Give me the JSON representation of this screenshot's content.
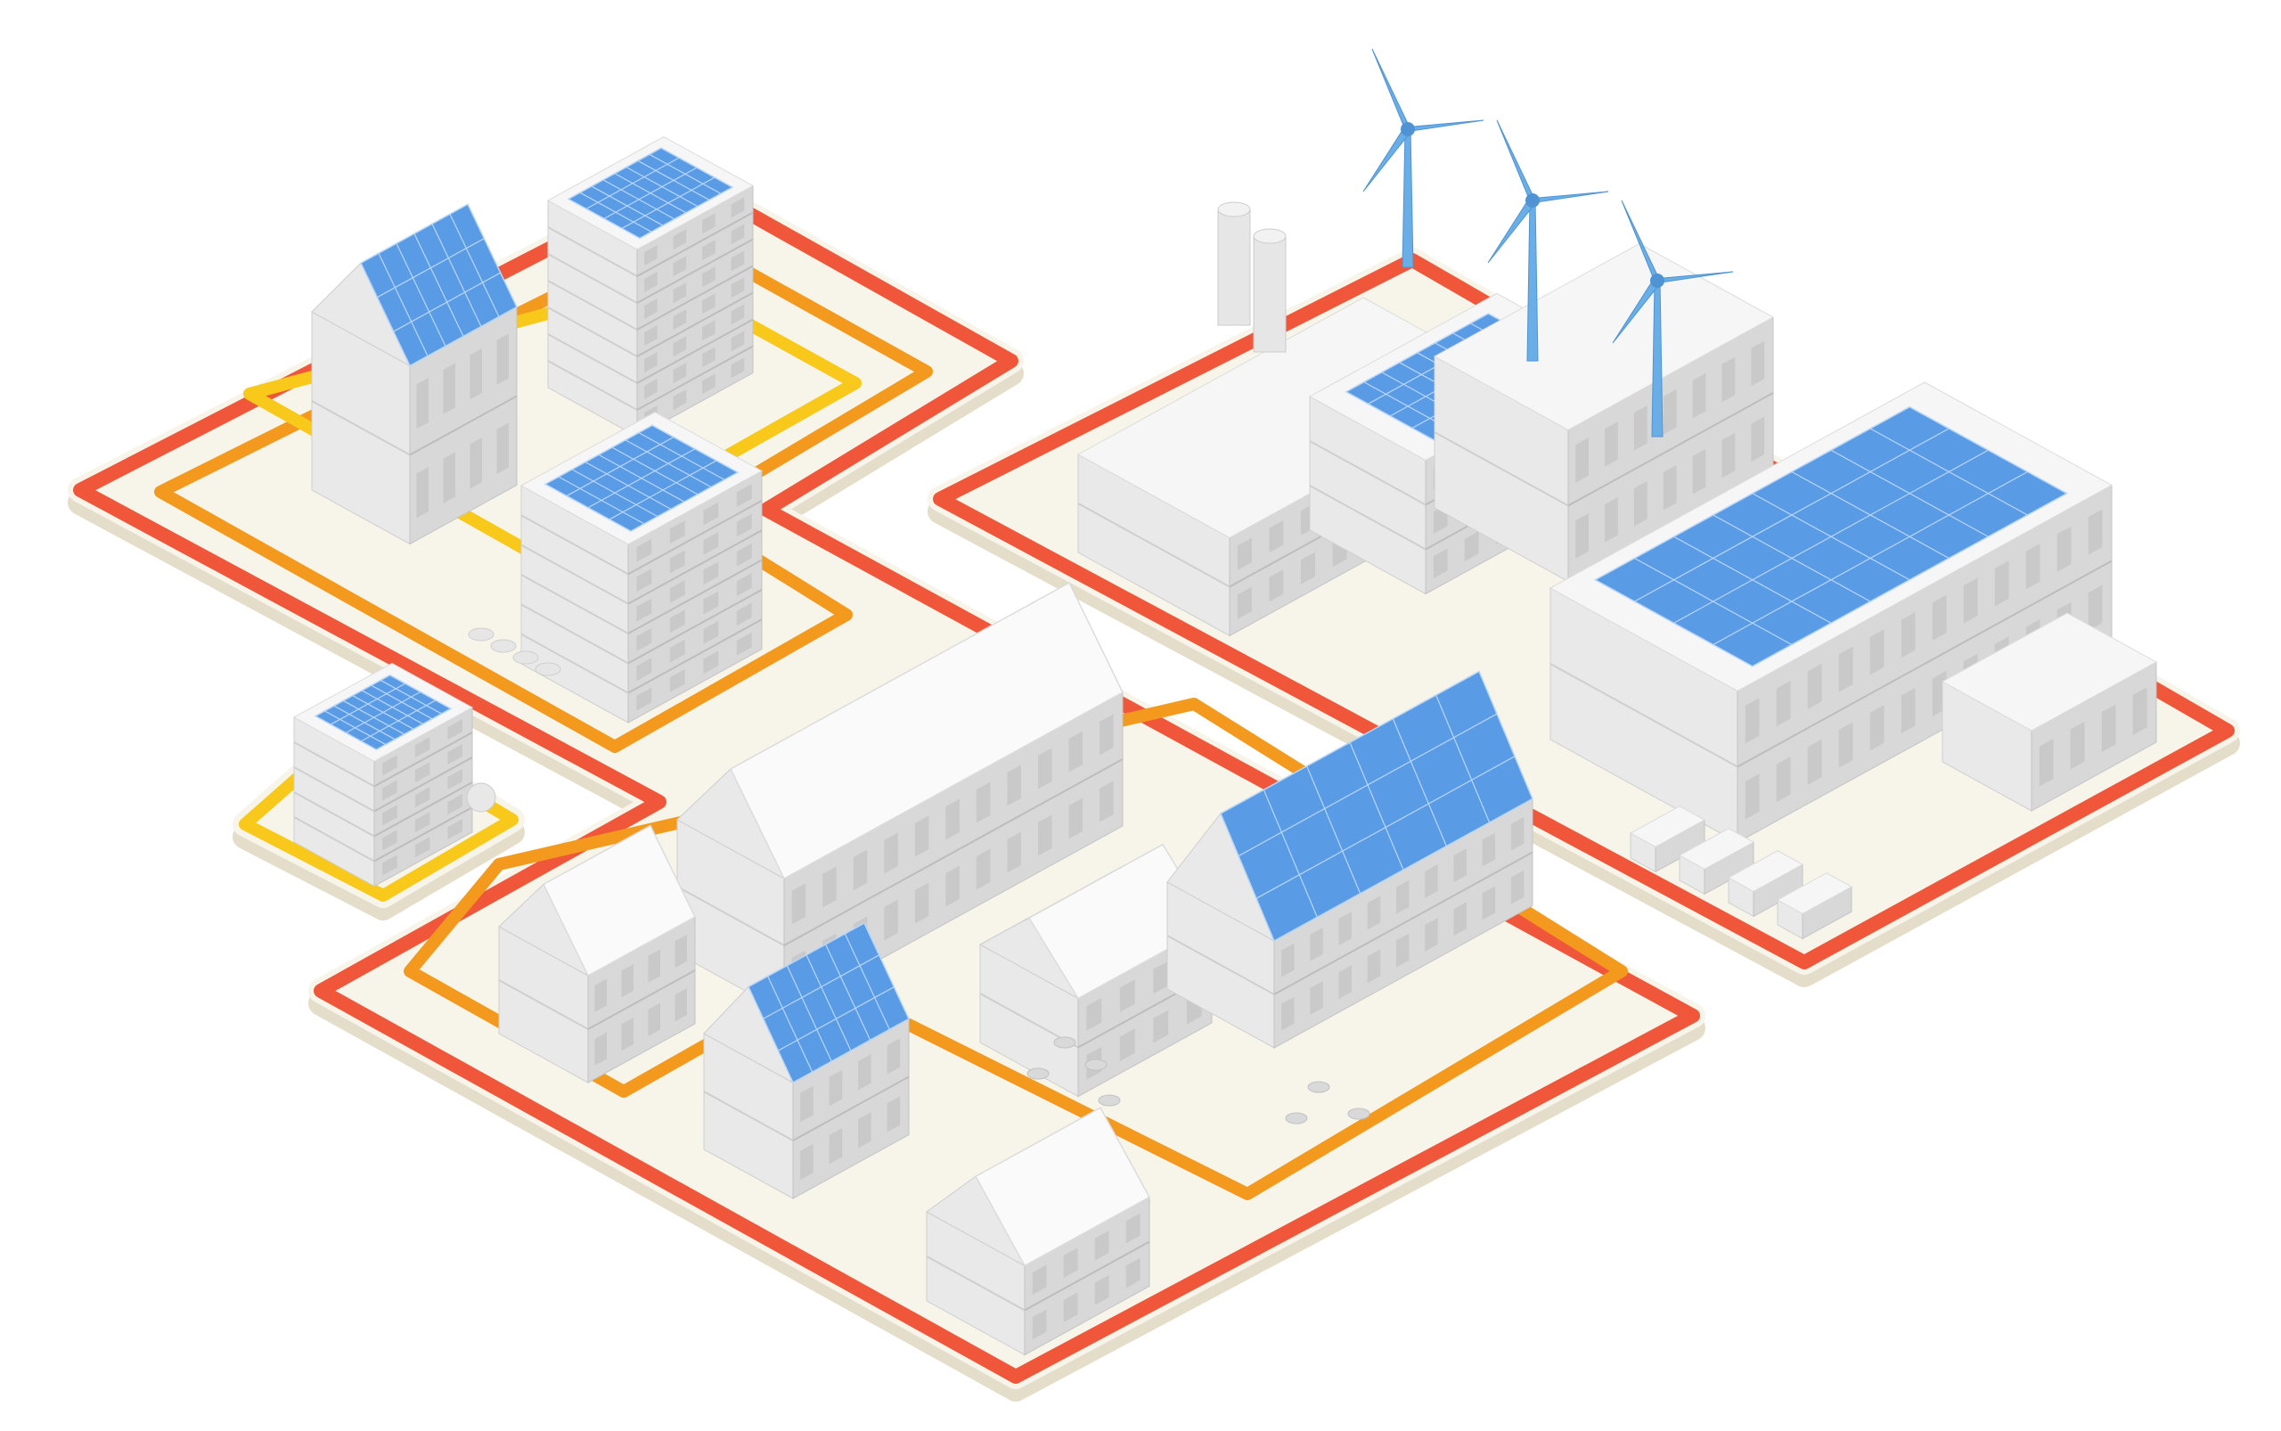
{
  "colors": {
    "background": "#ffffff",
    "platform_fill": "#f7f4ea",
    "platform_shadow": "#e4ddca",
    "ring_outer": "#f0573a",
    "ring_middle": "#f39a1e",
    "ring_inner": "#f8c81a",
    "building_top": "#f6f6f6",
    "building_left": "#e9e9e9",
    "building_right": "#d8d8d8",
    "window": "#c9c9c9",
    "solar_panel": "#5a9be6",
    "solar_grid": "#b9d6f7",
    "turbine": "#6aaee8"
  },
  "zones": [
    {
      "id": "residential-district",
      "rings": [
        "outer",
        "middle",
        "inner"
      ]
    },
    {
      "id": "single-building",
      "rings": [
        "inner"
      ]
    },
    {
      "id": "village",
      "rings": [
        "outer",
        "middle"
      ]
    },
    {
      "id": "industrial-area",
      "rings": [
        "outer"
      ]
    }
  ],
  "buildings": [
    {
      "id": "apartment-tower-rear",
      "solar": true
    },
    {
      "id": "chalet-apartment",
      "solar": true
    },
    {
      "id": "apartment-block-front",
      "solar": true
    },
    {
      "id": "office-building",
      "solar": true
    },
    {
      "id": "row-houses",
      "solar": false
    },
    {
      "id": "small-house",
      "solar": false
    },
    {
      "id": "house-with-solar",
      "solar": true
    },
    {
      "id": "farm-house",
      "solar": false
    },
    {
      "id": "farm-barn",
      "solar": true
    },
    {
      "id": "power-plant",
      "solar": true
    },
    {
      "id": "warehouse",
      "solar": true
    }
  ],
  "wind_turbines": 3,
  "trucks": 4,
  "cows": 7,
  "cars": 4
}
